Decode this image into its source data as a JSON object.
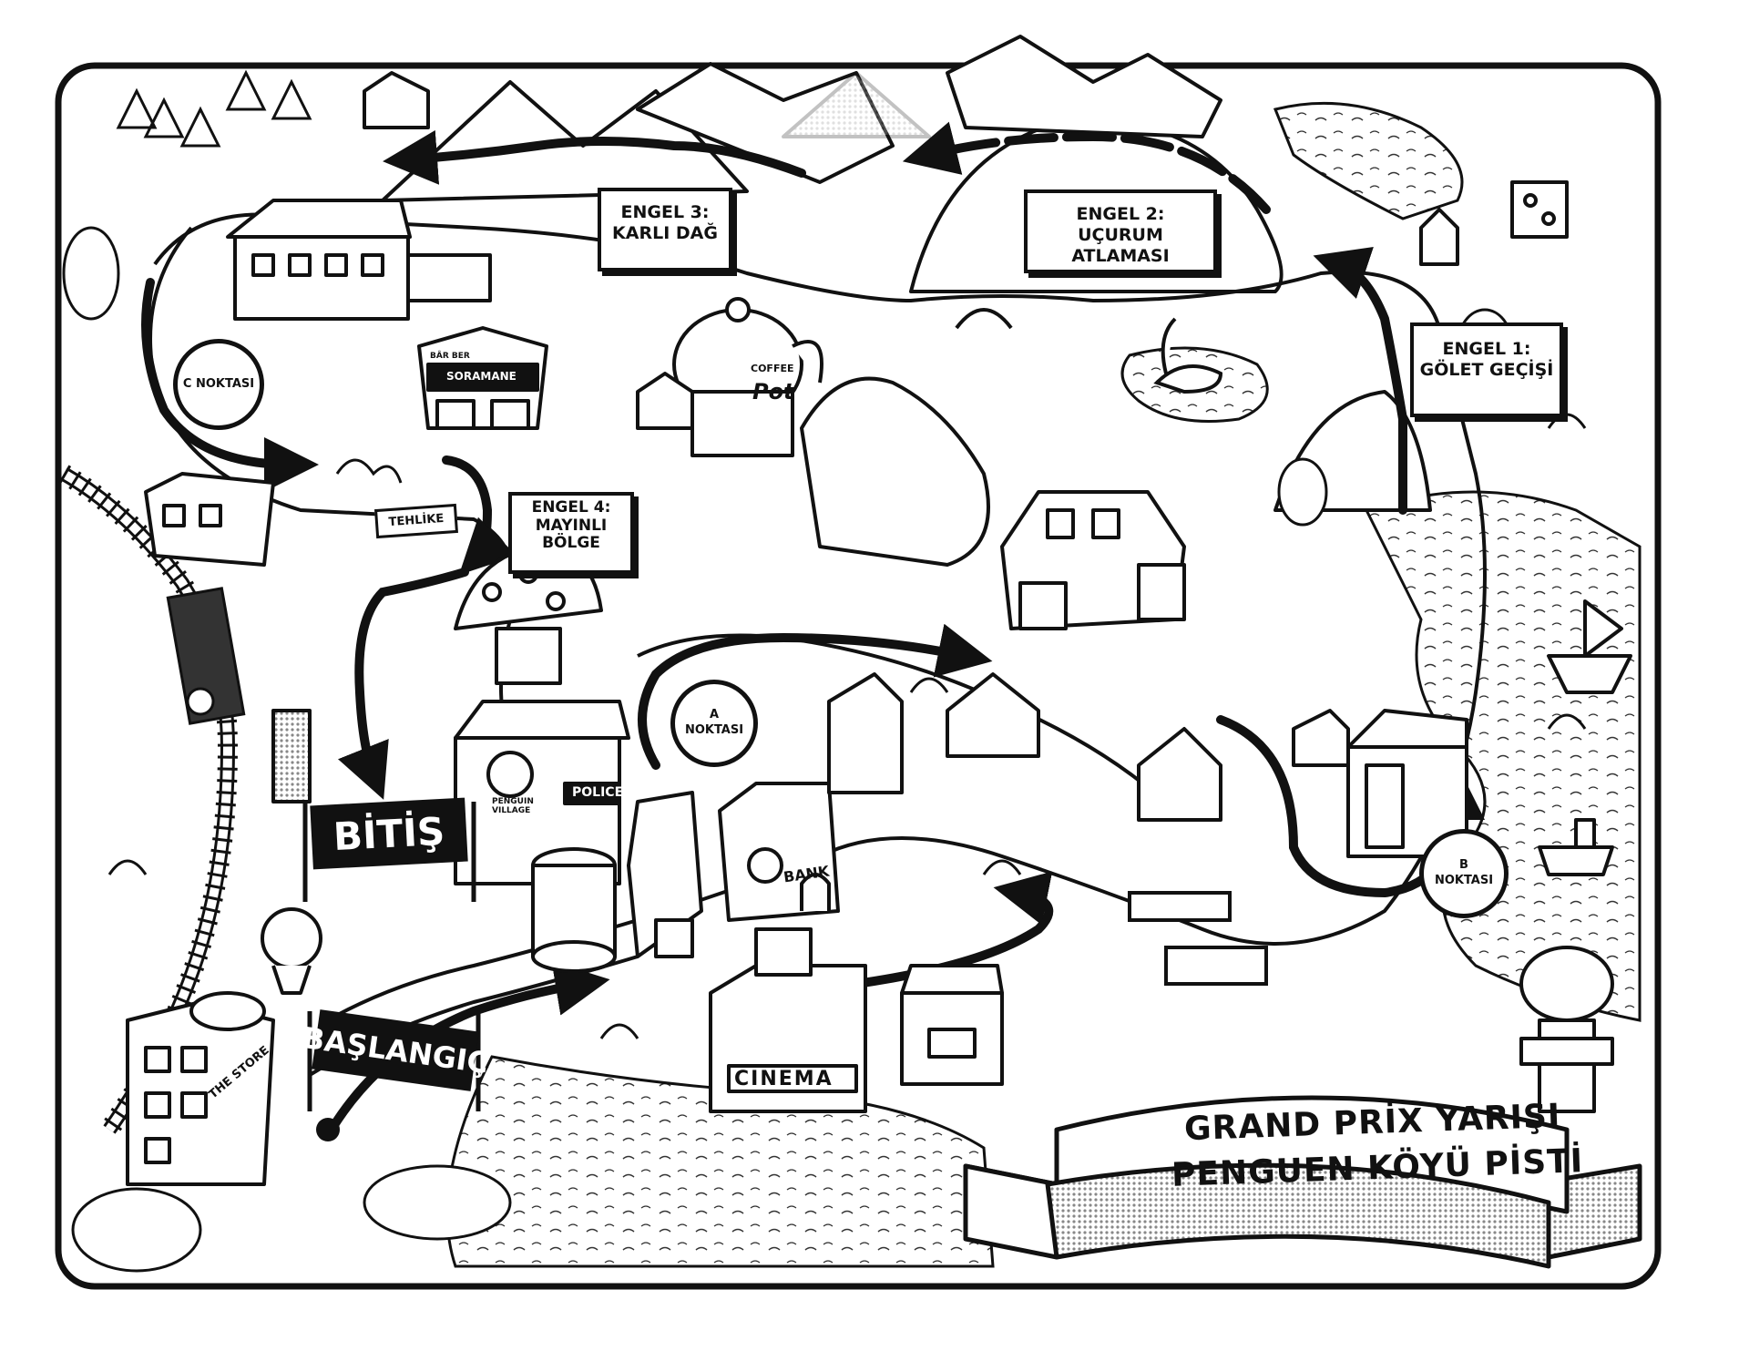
{
  "title": {
    "line1": "GRAND PRİX YARIŞI",
    "line2": "PENGUEN KÖYÜ PİSTİ"
  },
  "obstacles": [
    {
      "title": "ENGEL 1:",
      "text": "GÖLET GEÇİŞİ"
    },
    {
      "title": "ENGEL 2:",
      "text": "UÇURUM ATLAMASI"
    },
    {
      "title": "ENGEL 3:",
      "text": "KARLI DAĞ"
    },
    {
      "title": "ENGEL 4:",
      "text": "MAYINLI BÖLGE"
    }
  ],
  "checkpoints": {
    "a": "A NOKTASI",
    "b_line1": "B",
    "b_line2": "NOKTASI",
    "c": "C NOKTASI"
  },
  "signs": {
    "start": "BAŞLANGIÇ",
    "finish": "BİTİŞ",
    "danger": "TEHLİKE"
  },
  "buildings": {
    "police": "POLICE",
    "village_line1": "PENGUIN",
    "village_line2": "VILLAGE",
    "bank": "BANK",
    "cinema": "CINEMA",
    "store": "THE STORE",
    "coffee": "COFFEE",
    "pot": "Pot",
    "barber": "BÂR BER",
    "barber_name": "SORAMANE"
  },
  "colors": {
    "ink": "#111111",
    "paper": "#ffffff",
    "ribbon_shade": "#bdbdbd"
  }
}
